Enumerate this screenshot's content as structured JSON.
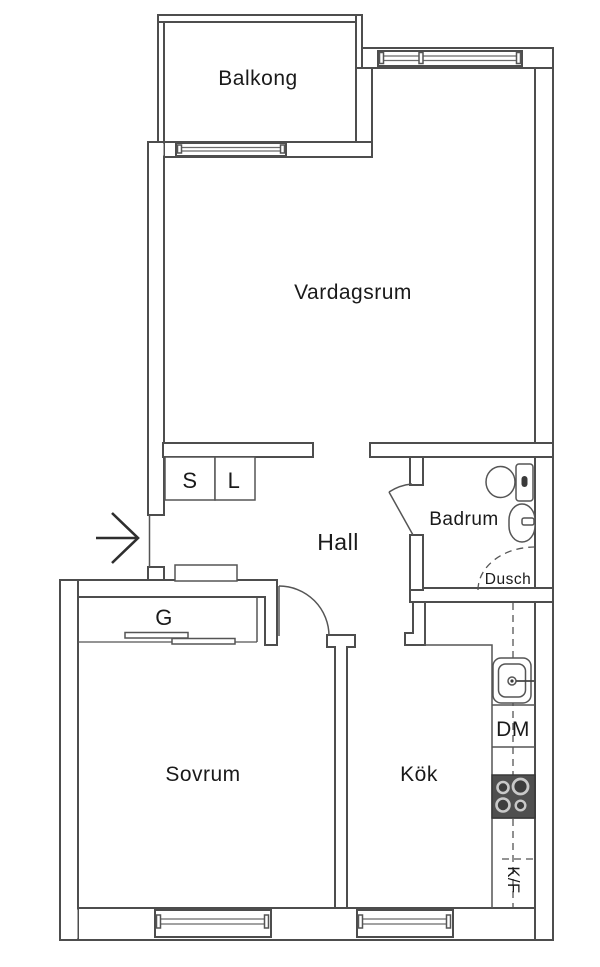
{
  "plan": {
    "rooms": {
      "balcony": "Balkong",
      "living_room": "Vardagsrum",
      "hall": "Hall",
      "bathroom": "Badrum",
      "shower": "Dusch",
      "bedroom": "Sovrum",
      "kitchen": "Kök"
    },
    "closets": {
      "cleaning": "S",
      "linen": "L",
      "wardrobe": "G"
    },
    "appliances": {
      "dishwasher": "DM",
      "fridge_freezer": "K/F"
    },
    "colors": {
      "wall_line": "#4d4d4d",
      "fixture_line": "#555555",
      "text": "#1a1a1a",
      "stove": "#4f4f4f",
      "background": "#ffffff"
    }
  }
}
